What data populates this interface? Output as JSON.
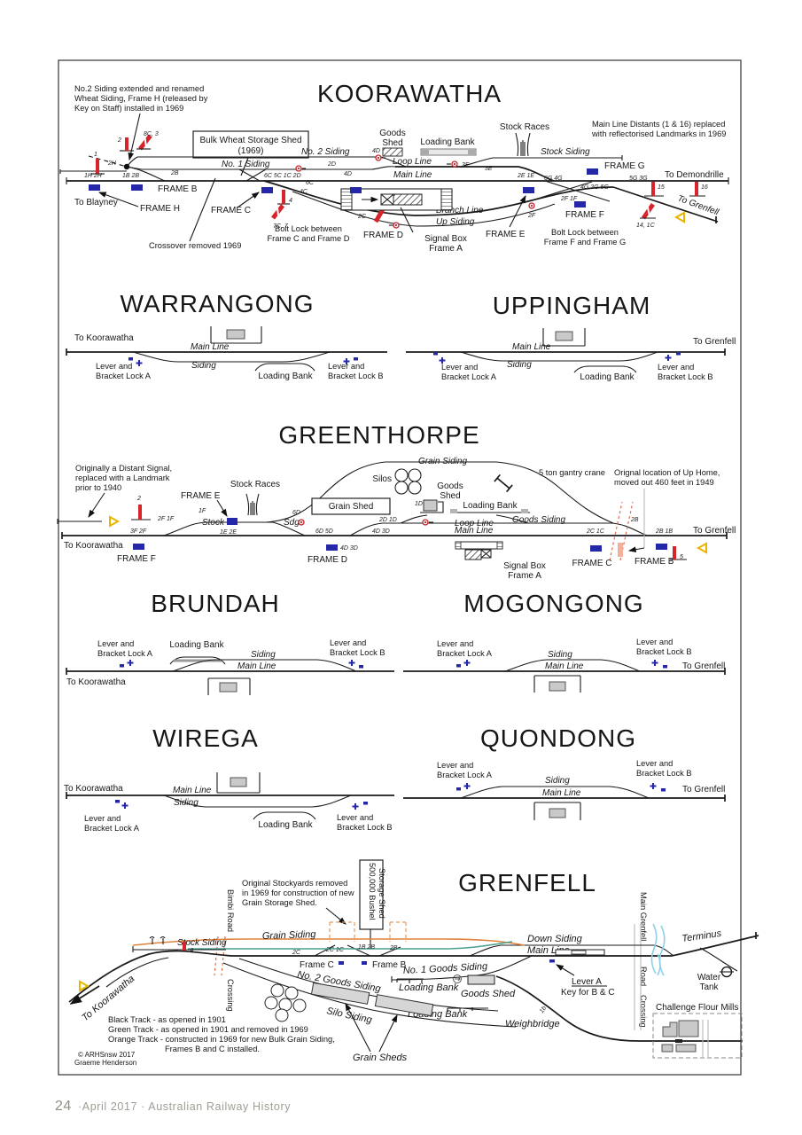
{
  "page": {
    "footer_page_no": "24",
    "footer_text": "·April 2017 · Australian Railway History"
  },
  "colors": {
    "track_black": "#1a1a1a",
    "track_green_removed": "#49a08e",
    "track_orange_new": "#e0823c",
    "signal_red": "#d8232a",
    "frame_blue": "#2327a8",
    "landmark_yellow": "#e8b400",
    "creek_blue": "#8fd0e8"
  },
  "koorawatha": {
    "title": "KOORAWATHA",
    "note_siding": [
      "No.2 Siding extended and renamed",
      "Wheat Siding, Frame H (released by",
      "Key on Staff) installed in 1969"
    ],
    "note_distants": [
      "Main Line Distants (1 & 16) replaced",
      "with reflectorised Landmarks in 1969"
    ],
    "bulk_shed": [
      "Bulk Wheat Storage Shed",
      "(1969)"
    ],
    "goods_shed": [
      "Goods",
      "Shed"
    ],
    "loading_bank": "Loading Bank",
    "stock_races": "Stock Races",
    "stock_siding": "Stock Siding",
    "no2_siding": "No. 2 Siding",
    "no1_siding": "No. 1 Siding",
    "loop_line": "Loop Line",
    "main_line": "Main Line",
    "branch_line": "Branch Line",
    "up_siding": "Up Siding",
    "to_demondrille": "To Demondrille",
    "to_blayney": "To Blayney",
    "to_grenfell": "To Grenfell",
    "frame_b": "FRAME B",
    "frame_c": "FRAME C",
    "frame_d": "FRAME D",
    "frame_e": "FRAME E",
    "frame_f": "FRAME F",
    "frame_g": "FRAME G",
    "frame_h": "FRAME H",
    "signal_box": [
      "Signal Box",
      "Frame A"
    ],
    "bolt_lock_cd": [
      "Bolt Lock between",
      "Frame C and Frame D"
    ],
    "bolt_lock_fg": [
      "Bolt Lock between",
      "Frame F and Frame G"
    ],
    "crossover_note": "Crossover removed 1969",
    "levers": {
      "l1": "1",
      "l2": "2",
      "l8c3": "8C, 3",
      "l2h": "2H",
      "l1h2h": "1H 2H",
      "l1b2b": "1B 2B",
      "l2b": "2B",
      "l6c5c": "6C 5C 1C 2D",
      "l6c": "6C",
      "l4": "4",
      "l7c7": "7C, 7",
      "l4c": "4C",
      "l4c2": "4C",
      "l2c": "2C",
      "l4d": "4D",
      "l2d": "2D",
      "l4d2": "4D",
      "l3e": "3E",
      "l2e1e": "2E 1E",
      "l6g4g": "6G 4G",
      "l4g2g5g": "4G 2G 5G",
      "l5g3g": "5G 3G",
      "l2f1f": "2F 1F",
      "l2f": "2F",
      "l15": "15",
      "l16": "16",
      "l14_1c": "14, 1C"
    }
  },
  "warrangong": {
    "title": "WARRANGONG",
    "to_koorawatha": "To Koorawatha",
    "main_line": "Main Line",
    "siding": "Siding",
    "loading_bank": "Loading Bank",
    "lock_a": [
      "Lever and",
      "Bracket Lock A"
    ],
    "lock_b": [
      "Lever and",
      "Bracket Lock B"
    ]
  },
  "uppingham": {
    "title": "UPPINGHAM",
    "to_grenfell": "To Grenfell",
    "main_line": "Main Line",
    "siding": "Siding",
    "loading_bank": "Loading Bank",
    "lock_a": [
      "Lever and",
      "Bracket Lock A"
    ],
    "lock_b": [
      "Lever and",
      "Bracket Lock B"
    ]
  },
  "greenthorpe": {
    "title": "GREENTHORPE",
    "note_distant": [
      "Originally a Distant Signal,",
      "replaced with a Landmark",
      "prior to 1940"
    ],
    "note_uphome": [
      "Orignal location of Up Home,",
      "moved out 460 feet in 1949"
    ],
    "gantry": "5 ton gantry crane",
    "grain_siding": "Grain Siding",
    "silos": "Silos",
    "goods_shed": [
      "Goods",
      "Shed"
    ],
    "loading_bank": "Loading Bank",
    "grain_shed": "Grain Shed",
    "stock_races": "Stock Races",
    "stock": "Stock",
    "sdg": "Sdg",
    "loop_line": "Loop Line",
    "goods_siding": "Goods Siding",
    "main_line": "Main Line",
    "to_grenfell": "To Grenfell",
    "to_koorawatha": "To Koorawatha",
    "frame_b": "FRAME B",
    "frame_c": "FRAME C",
    "frame_d": "FRAME D",
    "frame_e": "FRAME E",
    "frame_f": "FRAME F",
    "signal_box": [
      "Signal Box",
      "Frame A"
    ],
    "levers": {
      "l2": "2",
      "l2f1f": "2F 1F",
      "l3f2f": "3F 2F",
      "l1f": "1F",
      "l1e2e": "1E 2E",
      "l6d": "6D",
      "l6d5d": "6D 5D",
      "l4d3d": "4D 3D",
      "l2d1d": "2D 1D",
      "l1d": "1D",
      "l4d3d_b": "4D 3D",
      "l2c1c": "2C 1C",
      "l2b": "2B",
      "l2b1b": "2B 1B",
      "l5": "5"
    }
  },
  "brundah": {
    "title": "BRUNDAH",
    "to_koorawatha": "To Koorawatha",
    "main_line": "Main Line",
    "siding": "Siding",
    "loading_bank": "Loading Bank",
    "lock_a": [
      "Lever and",
      "Bracket Lock A"
    ],
    "lock_b": [
      "Lever and",
      "Bracket Lock B"
    ]
  },
  "mogongong": {
    "title": "MOGONGONG",
    "to_grenfell": "To Grenfell",
    "main_line": "Main Line",
    "siding": "Siding",
    "lock_a": [
      "Lever and",
      "Bracket Lock A"
    ],
    "lock_b": [
      "Lever and",
      "Bracket Lock B"
    ]
  },
  "wirega": {
    "title": "WIREGA",
    "to_koorawatha": "To Koorawatha",
    "main_line": "Main Line",
    "siding": "Siding",
    "loading_bank": "Loading Bank",
    "lock_a": [
      "Lever and",
      "Bracket Lock A"
    ],
    "lock_b": [
      "Lever and",
      "Bracket Lock B"
    ]
  },
  "quondong": {
    "title": "QUONDONG",
    "to_grenfell": "To Grenfell",
    "main_line": "Main Line",
    "siding": "Siding",
    "lock_a": [
      "Lever and",
      "Bracket Lock A"
    ],
    "lock_b": [
      "Lever and",
      "Bracket Lock B"
    ]
  },
  "grenfell": {
    "title": "GRENFELL",
    "note_stockyards": [
      "Original Stockyards removed",
      "in 1969 for construction of new",
      "Grain Storage Shed."
    ],
    "bushel_shed": [
      "500,000 Bushel",
      "Storage Shed"
    ],
    "bimbi_road": "Bimbi Road",
    "crossing_1": "Crossing",
    "main_grenfell": "Main Grenfell",
    "road": "Road",
    "crossing_2": "Crossing",
    "stock_siding": "Stock Siding",
    "grain_siding": "Grain Siding",
    "down_siding": "Down Siding",
    "main_line": "Main Line",
    "no1_goods_siding": "No. 1 Goods Siding",
    "no2_goods_siding": "No. 2 Goods Siding",
    "loading_bank_1": "Loading Bank",
    "loading_bank_2": "Loading Bank",
    "goods_shed": "Goods Shed",
    "silo_siding": "Silo Siding",
    "weighbridge": "Weighbridge",
    "grain_sheds": "Grain Sheds",
    "terminus": "Terminus",
    "water_tank": [
      "Water",
      "Tank"
    ],
    "flour_mills": "Challenge Flour Mills",
    "frame_b": "Frame B",
    "frame_c": "Frame C",
    "lever_a": [
      "Lever A",
      "Key for B & C"
    ],
    "to_koorawatha": "To Koorawatha",
    "legend": [
      "Black Track - as opened in 1901",
      "Green Track - as opened in 1901 and removed in 1969",
      "Orange Track - constructed in 1969 for new Bulk Grain Siding,",
      "Frames B and C installed."
    ],
    "copyright": [
      "© ARHSnsw 2017",
      "Graeme Henderson"
    ],
    "levers": {
      "la": "A",
      "l2c": "2C",
      "l2c1c": "2C 1C",
      "l1b2b": "1B 2B",
      "l2b": "2B",
      "l1b": "1b"
    }
  }
}
